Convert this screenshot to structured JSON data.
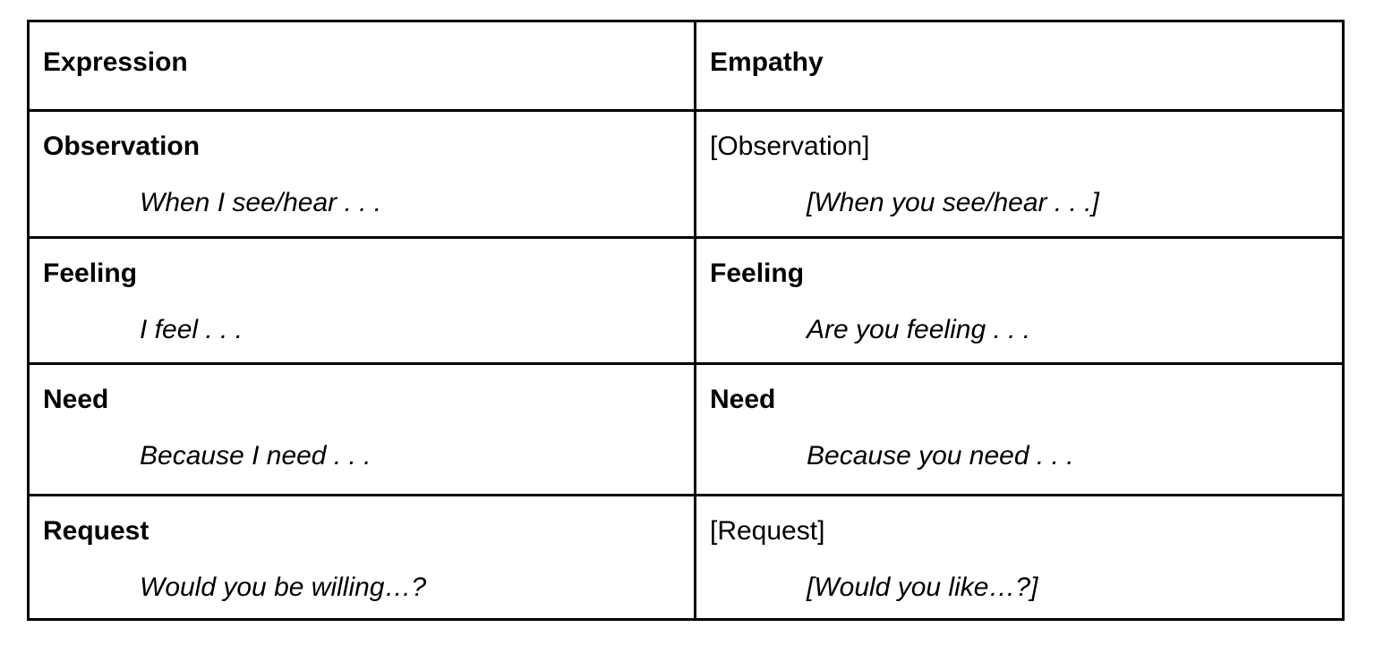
{
  "colors": {
    "background": "#ffffff",
    "border": "#000000",
    "text": "#000000"
  },
  "table": {
    "columns": [
      {
        "header": "Expression",
        "rows": [
          {
            "label": "Observation",
            "bracketed": false,
            "phrase": "When I see/hear . . ."
          },
          {
            "label": "Feeling",
            "bracketed": false,
            "phrase": "I feel . . ."
          },
          {
            "label": "Need",
            "bracketed": false,
            "phrase": "Because I need . . ."
          },
          {
            "label": "Request",
            "bracketed": false,
            "phrase": "Would you be willing…?"
          }
        ]
      },
      {
        "header": "Empathy",
        "rows": [
          {
            "label": "[Observation]",
            "bracketed": true,
            "phrase": "[When you see/hear . . .]"
          },
          {
            "label": "Feeling",
            "bracketed": false,
            "phrase": "Are you feeling . . ."
          },
          {
            "label": "Need",
            "bracketed": false,
            "phrase": "Because you need . . ."
          },
          {
            "label": "[Request]",
            "bracketed": true,
            "phrase": "[Would you like…?]"
          }
        ]
      }
    ]
  }
}
